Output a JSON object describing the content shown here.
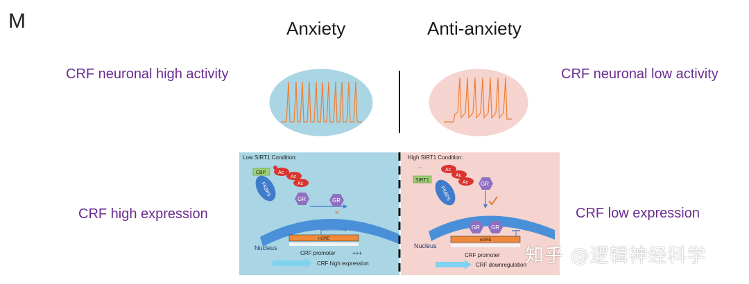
{
  "panel_label": "M",
  "columns": {
    "left_title": "Anxiety",
    "right_title": "Anti-anxiety"
  },
  "labels": {
    "left_activity": "CRF neuronal high activity",
    "right_activity": "CRF neuronal low activity",
    "left_expression": "CRF high  expression",
    "right_expression": "CRF low expression"
  },
  "left_panel": {
    "condition": "Low SIRT1 Condition:",
    "cbp": "CBP",
    "ac": "Ac",
    "fkbp5": "FKBP5",
    "gr": "GR",
    "nucleus": "Nucleus",
    "gre": "nGRE",
    "promoter": "CRF promoter",
    "plus": "+++",
    "outcome": "CRF high expression"
  },
  "right_panel": {
    "condition": "High SIRT1 Condition:",
    "sirt1": "SIRT1",
    "ac": "Ac",
    "minus": "−",
    "fkbp5": "FKBP5",
    "gr": "GR",
    "nucleus": "Nucleus",
    "gre": "nGRE",
    "promoter": "CRF promoter",
    "outcome": "CRF downregulation"
  },
  "watermark": "知乎 @逻辑神经科学",
  "colors": {
    "purple_text": "#6a2d91",
    "left_bg": "#a9d5e4",
    "right_bg": "#f5d3ce",
    "spike": "#f07f32",
    "nucleus_arc": "#4a90d9",
    "ac_red": "#d9352f",
    "fkbp5_blue": "#3f7ccc",
    "gr_purple": "#8f6fc2"
  }
}
